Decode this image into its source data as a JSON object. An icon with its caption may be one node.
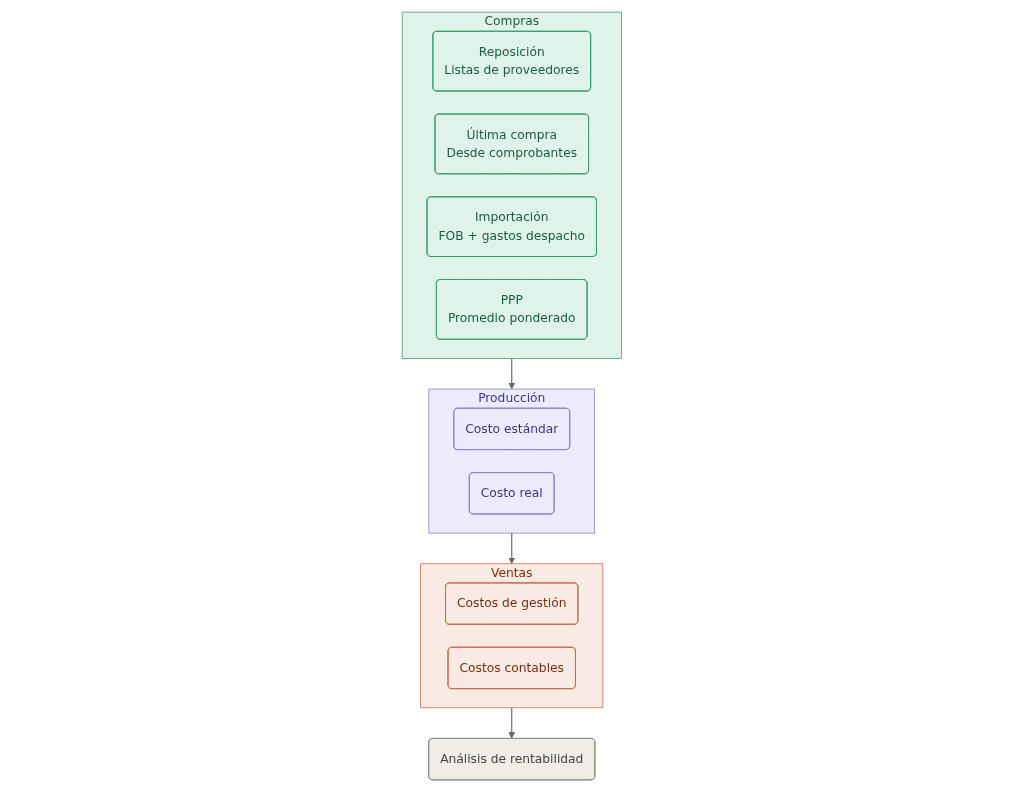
{
  "diagram": {
    "nodes": [
      {
        "text": [
          "Compras"
        ]
      },
      {
        "text": [
          "Reposición",
          "Listas de proveedores"
        ],
        "in": 0
      },
      {
        "text": [
          "Última compra",
          "Desde comprobantes"
        ],
        "in": 0
      },
      {
        "text": [
          "Importación",
          "FOB + gastos despacho"
        ],
        "in": 0
      },
      {
        "text": [
          "PPP",
          "Promedio ponderado"
        ],
        "in": 0
      },
      {
        "text": [
          "Producción"
        ]
      },
      {
        "text": [
          "Costo estándar"
        ],
        "in": 5
      },
      {
        "text": [
          "Costo real"
        ],
        "in": 5
      },
      {
        "text": [
          "Ventas"
        ]
      },
      {
        "text": [
          "Costos de gestión"
        ],
        "in": 8
      },
      {
        "text": [
          "Costos contables"
        ],
        "in": 8
      },
      {
        "text": [
          "Análisis de rentabilidad"
        ]
      }
    ],
    "edges": [
      {
        "from": 0,
        "to": 5,
        "arrow": "to"
      },
      {
        "from": 5,
        "to": 8,
        "arrow": "to"
      },
      {
        "from": 8,
        "to": 11,
        "arrow": "to"
      }
    ]
  }
}
